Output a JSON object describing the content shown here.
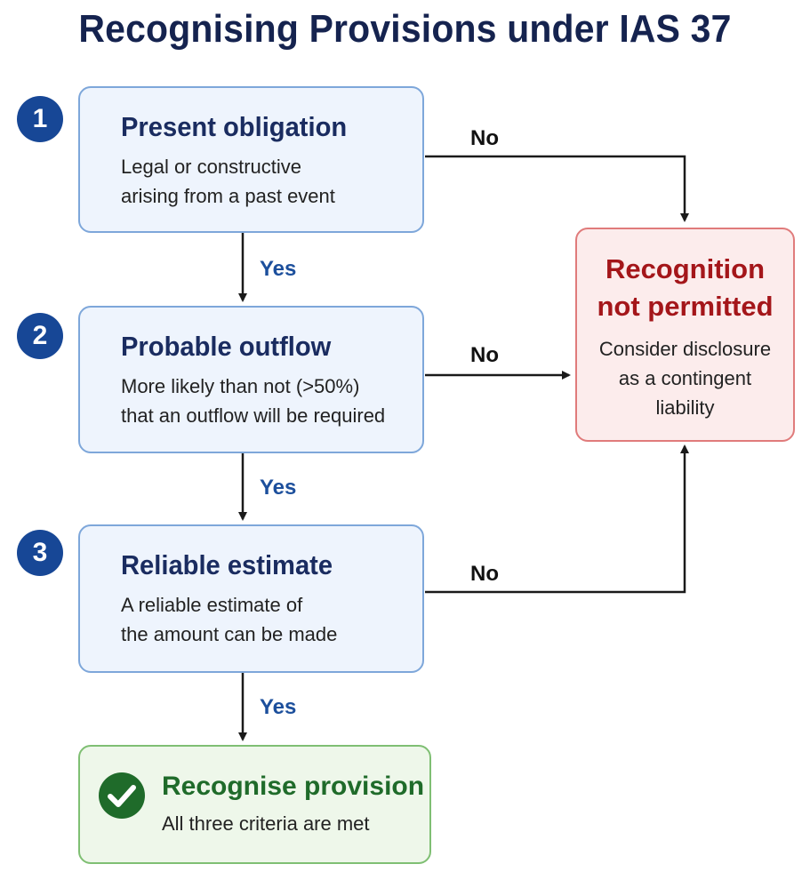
{
  "title": "Recognising Provisions under IAS 37",
  "steps": [
    {
      "number": "1",
      "heading": "Present obligation",
      "detail": "Legal or constructive\narising from a past event"
    },
    {
      "number": "2",
      "heading": "Probable outflow",
      "detail": "More likely than not (>50%)\nthat an outflow will be required"
    },
    {
      "number": "3",
      "heading": "Reliable estimate",
      "detail": "A reliable estimate of\nthe amount can be made"
    }
  ],
  "reject": {
    "heading": "Recognition\nnot permitted",
    "detail": "Consider disclosure\nas a contingent\nliability"
  },
  "accept": {
    "heading": "Recognise provision",
    "detail": "All three criteria are met",
    "icon": "check-circle-icon"
  },
  "labels": {
    "yes": "Yes",
    "no": "No"
  },
  "colors": {
    "step_fill": "#eef4fd",
    "step_border": "#7ea7da",
    "reject_fill": "#fcecec",
    "reject_border": "#e07b7b",
    "accept_fill": "#eef7ea",
    "accept_border": "#7fbf73",
    "number_badge": "#174796"
  }
}
